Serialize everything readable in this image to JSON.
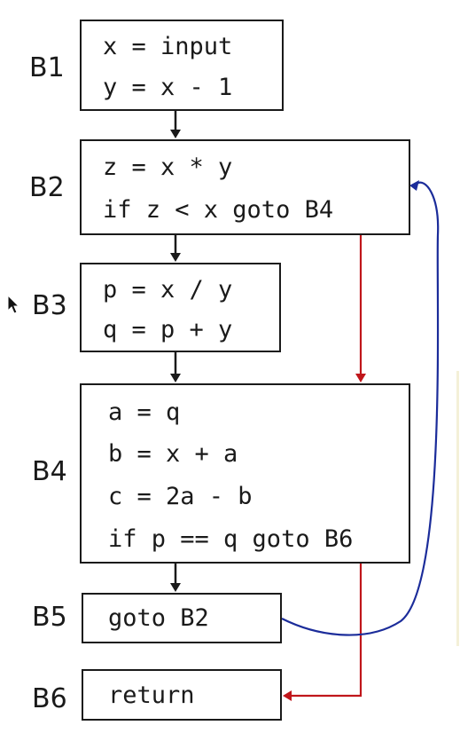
{
  "blocks": [
    {
      "id": "B1",
      "label": "B1",
      "lines": [
        "x = input",
        "y = x - 1"
      ]
    },
    {
      "id": "B2",
      "label": "B2",
      "lines": [
        "z = x * y",
        "if z < x goto B4"
      ]
    },
    {
      "id": "B3",
      "label": "B3",
      "lines": [
        "p = x / y",
        "q = p + y"
      ]
    },
    {
      "id": "B4",
      "label": "B4",
      "lines": [
        "a = q",
        "b = x + a",
        "c = 2a - b",
        "if p == q goto B6"
      ]
    },
    {
      "id": "B5",
      "label": "B5",
      "lines": [
        "goto B2"
      ]
    },
    {
      "id": "B6",
      "label": "B6",
      "lines": [
        "return"
      ]
    }
  ],
  "edges": [
    {
      "from": "B1",
      "to": "B2",
      "kind": "fallthrough",
      "color": "#1a1a1a"
    },
    {
      "from": "B2",
      "to": "B3",
      "kind": "fallthrough",
      "color": "#1a1a1a"
    },
    {
      "from": "B3",
      "to": "B4",
      "kind": "fallthrough",
      "color": "#1a1a1a"
    },
    {
      "from": "B4",
      "to": "B5",
      "kind": "fallthrough",
      "color": "#1a1a1a"
    },
    {
      "from": "B2",
      "to": "B4",
      "kind": "branch",
      "color": "#c0161b"
    },
    {
      "from": "B4",
      "to": "B6",
      "kind": "branch",
      "color": "#c0161b"
    },
    {
      "from": "B5",
      "to": "B2",
      "kind": "loop",
      "color": "#1b2c9a"
    }
  ],
  "icons": {
    "cursor": "mouse-pointer-icon"
  }
}
